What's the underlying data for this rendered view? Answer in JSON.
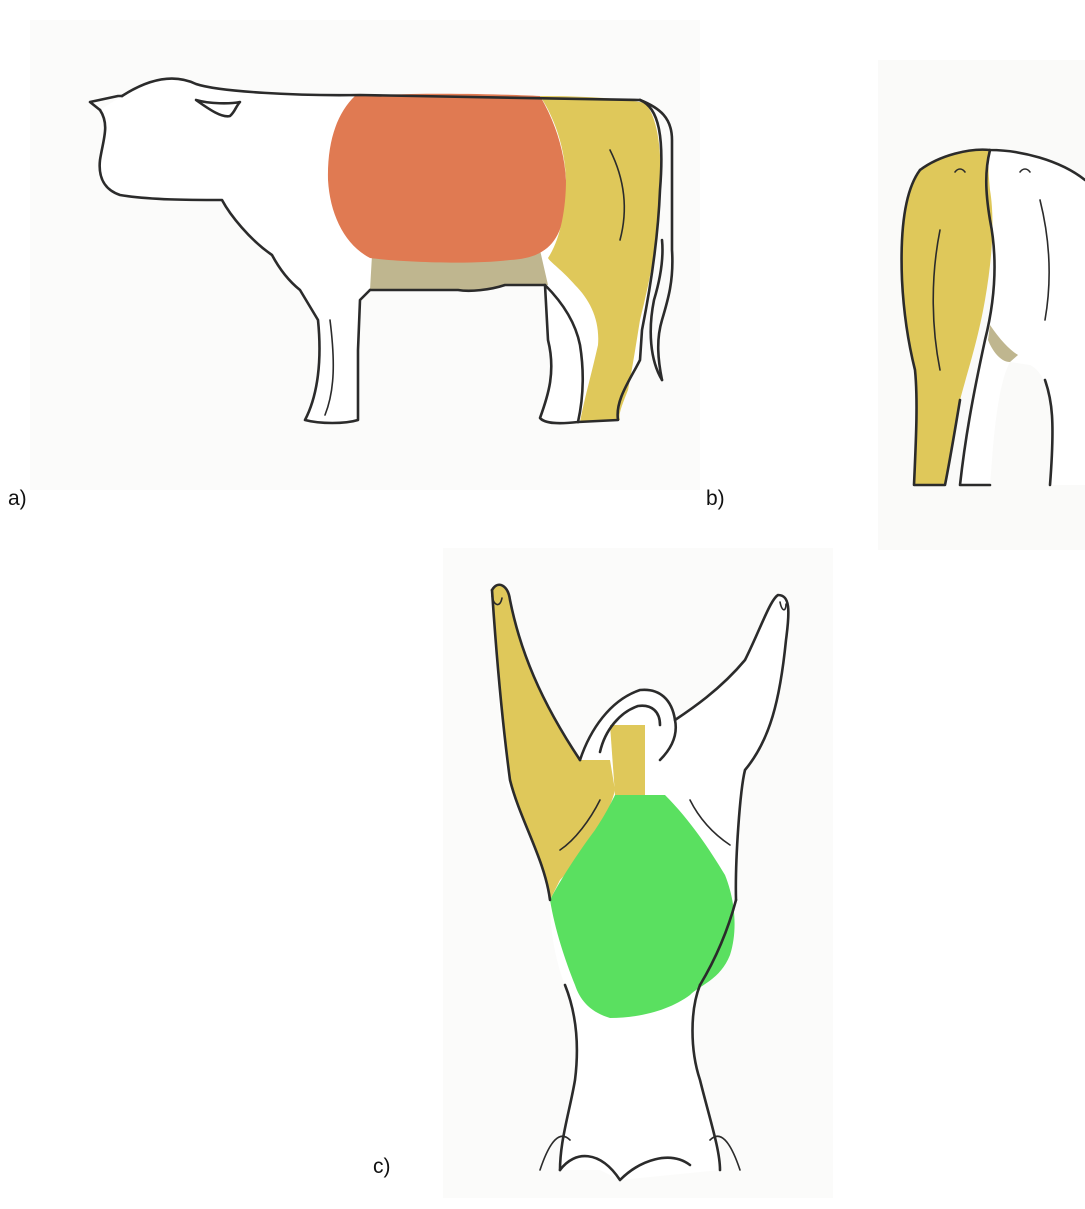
{
  "labels": {
    "a": "a)",
    "b": "b)",
    "c": "c)"
  },
  "colors": {
    "orange_region": "#e07a52",
    "yellow_region": "#dfc85a",
    "tan_region": "#bfb68f",
    "green_region": "#5ae060",
    "outline": "#2b2b2b",
    "background": "#ffffff"
  },
  "icons": {
    "a": "cow-side-view",
    "b": "cow-rear-view",
    "c": "carcass-hanging-view"
  }
}
